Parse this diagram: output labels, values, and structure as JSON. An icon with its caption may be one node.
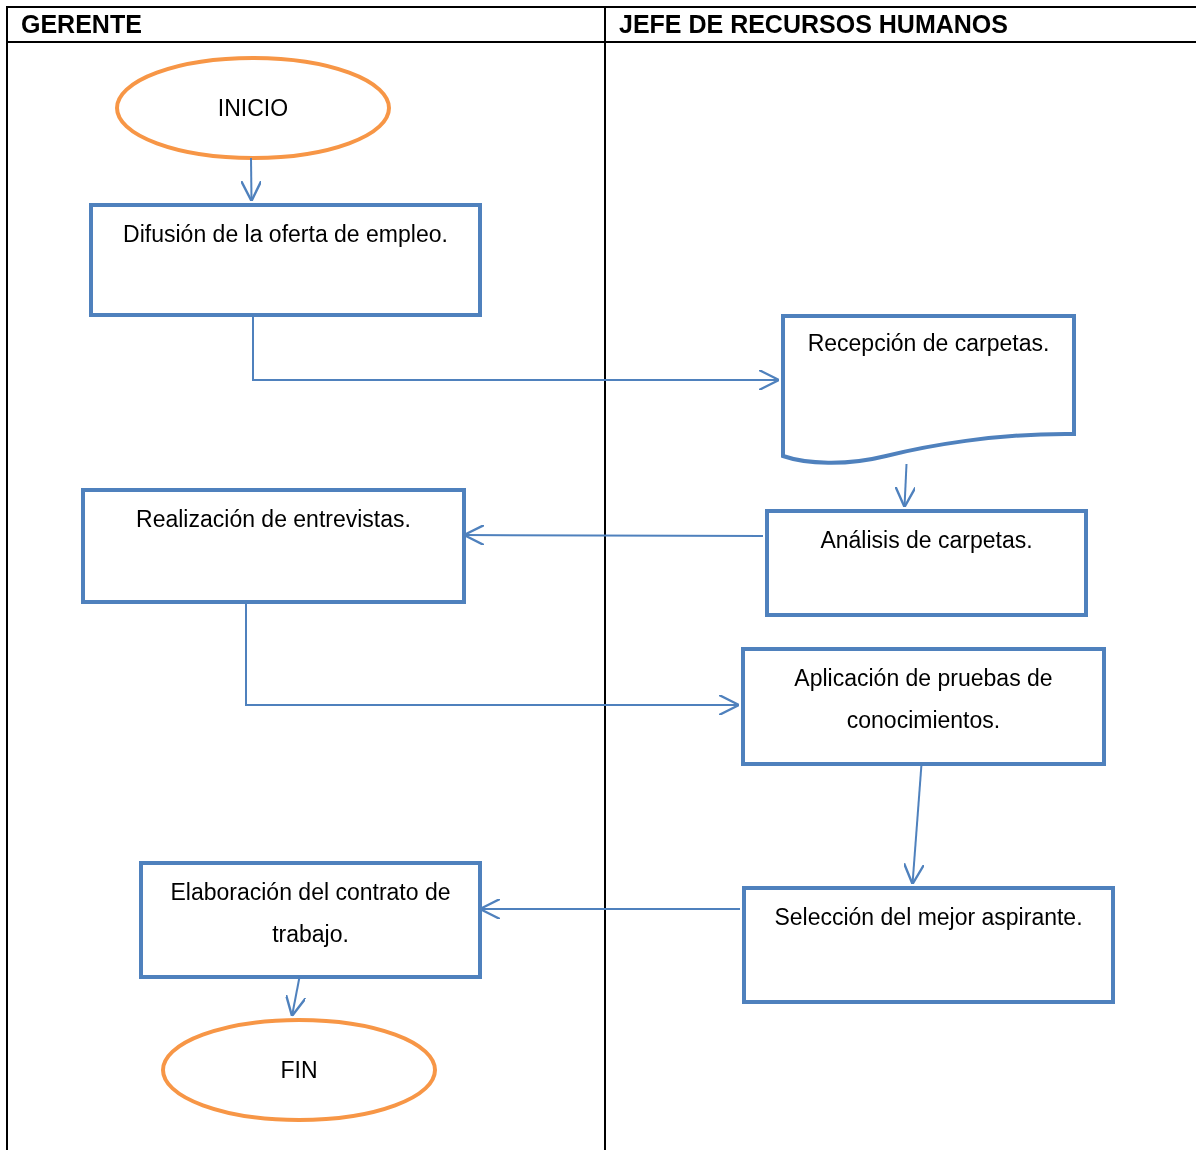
{
  "diagram": {
    "nodes": [
      {
        "text": [
          "GERENTE"
        ]
      },
      {
        "text": [
          "JEFE DE RECURSOS HUMANOS"
        ]
      },
      {
        "text": [
          "INICIO"
        ],
        "in": 0
      },
      {
        "text": [
          "Difusión de la oferta de empleo."
        ],
        "in": 0
      },
      {
        "text": [
          "Recepción de carpetas."
        ],
        "in": 1
      },
      {
        "text": [
          "Realización de entrevistas."
        ],
        "in": 0
      },
      {
        "text": [
          "Análisis de carpetas."
        ],
        "in": 1
      },
      {
        "text": [
          "Aplicación de pruebas de conocimientos."
        ],
        "in": 1
      },
      {
        "text": [
          "Selección del mejor aspirante."
        ],
        "in": 1
      },
      {
        "text": [
          "Elaboración del contrato de trabajo."
        ],
        "in": 0
      },
      {
        "text": [
          "FIN"
        ],
        "in": 0
      }
    ],
    "edges": [
      {
        "from": 2,
        "to": 3,
        "arrow": "to"
      },
      {
        "from": 3,
        "to": 4,
        "arrow": "to"
      },
      {
        "from": 4,
        "to": 6,
        "arrow": "to"
      },
      {
        "from": 6,
        "to": 5,
        "arrow": "to"
      },
      {
        "from": 5,
        "to": 7,
        "arrow": "to"
      },
      {
        "from": 7,
        "to": 8,
        "arrow": "to"
      },
      {
        "from": 8,
        "to": 9,
        "arrow": "to"
      },
      {
        "from": 9,
        "to": 10,
        "arrow": "to"
      }
    ]
  }
}
